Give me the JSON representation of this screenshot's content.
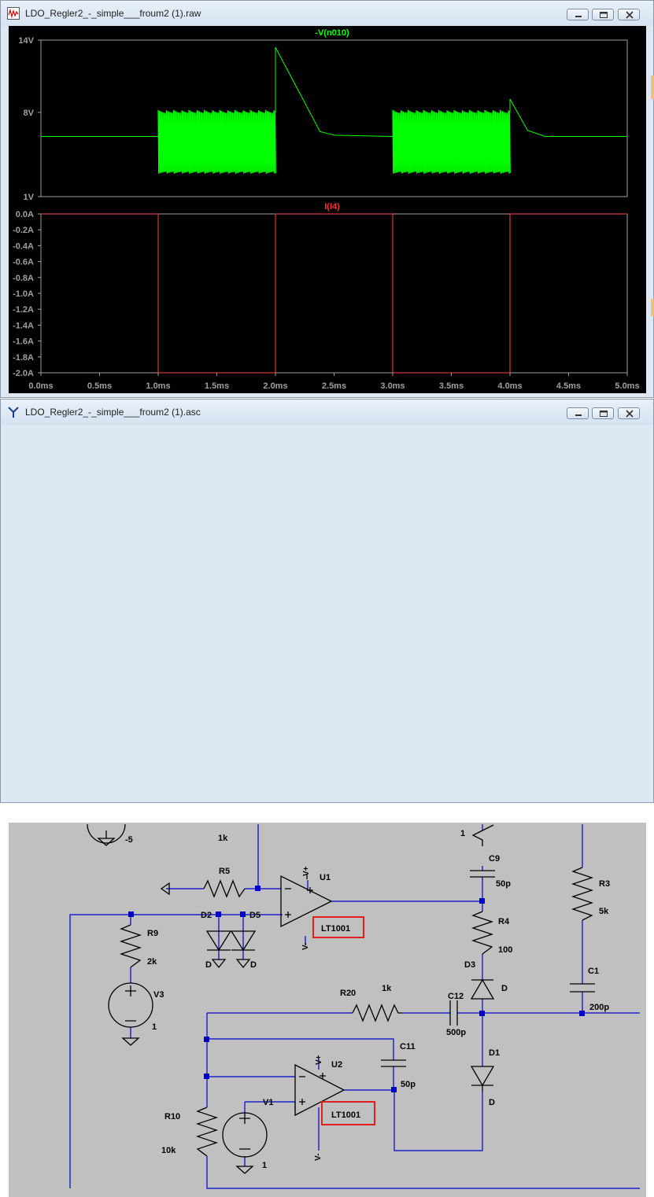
{
  "waveform_window": {
    "title": "LDO_Regler2_-_simple___froum2 (1).raw",
    "top_plot": {
      "trace_label": "-V(n010)",
      "y_ticks": [
        "14V",
        "8V",
        "1V"
      ],
      "trace_color": "#00ff00"
    },
    "bottom_plot": {
      "trace_label": "I(I4)",
      "y_ticks": [
        "0.0A",
        "-0.2A",
        "-0.4A",
        "-0.6A",
        "-0.8A",
        "-1.0A",
        "-1.2A",
        "-1.4A",
        "-1.6A",
        "-1.8A",
        "-2.0A"
      ],
      "trace_color": "#ff4040"
    },
    "x_ticks": [
      "0.0ms",
      "0.5ms",
      "1.0ms",
      "1.5ms",
      "2.0ms",
      "2.5ms",
      "3.0ms",
      "3.5ms",
      "4.0ms",
      "4.5ms",
      "5.0ms"
    ]
  },
  "schematic_window": {
    "title": "LDO_Regler2_-_simple___froum2 (1).asc",
    "labels": {
      "src_top": "-5",
      "r_top_value": "1k",
      "top_right_value": "1",
      "r5": "R5",
      "u1": "U1",
      "u1_model": "LT1001",
      "u1_vplus": "V+",
      "u1_vminus": "V-",
      "c9": "C9",
      "c9_value": "50p",
      "r3": "R3",
      "r3_value": "5k",
      "r4": "R4",
      "r4_value": "100",
      "d2": "D2",
      "d5": "D5",
      "d2_model": "D",
      "d5_model": "D",
      "r9": "R9",
      "r9_value": "2k",
      "v3": "V3",
      "v3_value": "1",
      "d3": "D3",
      "d3_model": "D",
      "c1": "C1",
      "c1_value": "200p",
      "r20": "R20",
      "r20_value": "1k",
      "c12": "C12",
      "c12_value": "500p",
      "c11": "C11",
      "c11_value": "50p",
      "u2": "U2",
      "u2_model": "LT1001",
      "u2_vplus": "V+",
      "u2_vminus": "V-",
      "d1": "D1",
      "d1_model": "D",
      "v1": "V1",
      "v1_value": "1",
      "r10": "R10",
      "r10_value": "10k"
    }
  },
  "chart_data": [
    {
      "type": "line",
      "title": "-V(n010)",
      "x_unit": "ms",
      "xlim": [
        0,
        5
      ],
      "ylim": [
        1,
        14
      ],
      "y_ticks": [
        14,
        8,
        1
      ],
      "description_segments": [
        {
          "x": [
            0.0,
            1.0
          ],
          "y": [
            6.0,
            6.0
          ],
          "style": "flat"
        },
        {
          "x": [
            1.0,
            2.0
          ],
          "y_band": [
            2.9,
            8.2
          ],
          "style": "oscillating"
        },
        {
          "x": [
            2.0,
            2.38,
            2.5,
            3.0
          ],
          "y": [
            13.4,
            6.4,
            6.1,
            6.0
          ],
          "style": "decay"
        },
        {
          "x": [
            3.0,
            4.0
          ],
          "y_band": [
            2.9,
            8.2
          ],
          "style": "oscillating"
        },
        {
          "x": [
            4.0,
            4.15,
            4.3,
            5.0
          ],
          "y": [
            9.1,
            6.5,
            6.0,
            6.0
          ],
          "style": "decay"
        }
      ]
    },
    {
      "type": "line",
      "title": "I(I4)",
      "x_unit": "ms",
      "xlim": [
        0,
        5
      ],
      "ylim": [
        -2.0,
        0.0
      ],
      "x": [
        0.0,
        1.0,
        1.0,
        2.0,
        2.0,
        3.0,
        3.0,
        4.0,
        4.0,
        5.0
      ],
      "y": [
        0.0,
        0.0,
        -2.0,
        -2.0,
        0.0,
        0.0,
        -2.0,
        -2.0,
        0.0,
        0.0
      ]
    }
  ]
}
